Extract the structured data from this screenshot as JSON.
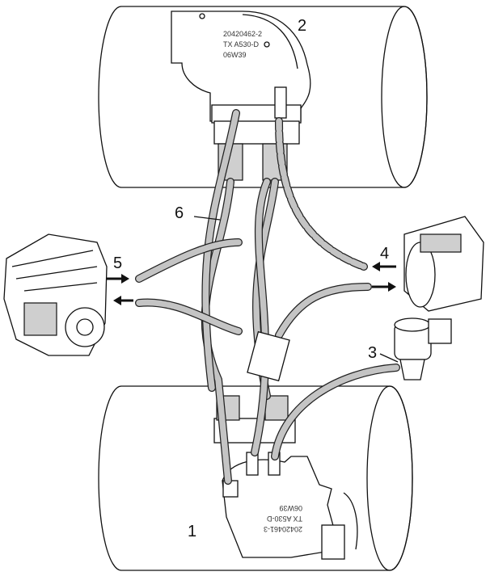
{
  "callouts": {
    "c1": "1",
    "c2": "2",
    "c3": "3",
    "c4": "4",
    "c5": "5",
    "c6": "6"
  },
  "top_valve_plate": {
    "line1": "20420462-2",
    "line2": "TX A530-D",
    "line3": "06W39"
  },
  "bottom_valve_plate": {
    "line1": "20420461-3",
    "line2": "TX A530-D",
    "line3": "06W39"
  },
  "colors": {
    "hose": "#c4c4c4",
    "outline": "#111111",
    "background": "#ffffff"
  }
}
